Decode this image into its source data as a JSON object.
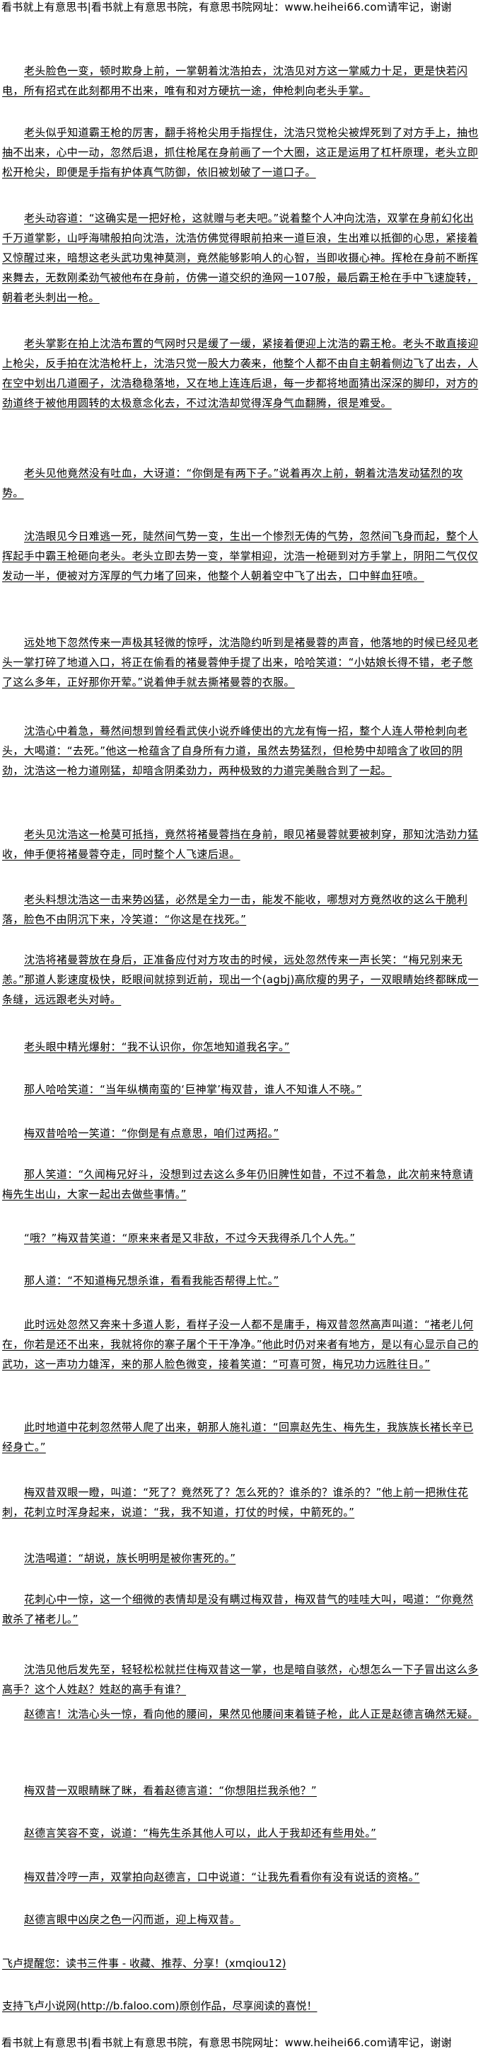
{
  "banner": "看书就上有意思书|看书就上有意思书院，有意思书院网址：www.heihei66.com请牢记，谢谢",
  "paragraphs": [
    "老头脸色一变，顿时欺身上前，一掌朝着沈浩拍去，沈浩见对方这一掌威力十足，更是快若闪电，所有招式在此刻都用不出来，唯有和对方硬抗一途，伸枪刺向老头手掌。",
    "老头似乎知道霸王枪的厉害，翻手将枪尖用手指捏住，沈浩只觉枪尖被焊死到了对方手上，抽也抽不出来，心中一动，忽然后退，抓住枪尾在身前画了一个大圈，这正是运用了杠杆原理，老头立即松开枪尖，即便是手指有护体真气防御，依旧被划破了一道口子。",
    "老头动容道：“这确实是一把好枪，这就赠与老夫吧。”说着整个人冲向沈浩，双掌在身前幻化出千万道掌影，山呼海啸般拍向沈浩，沈浩仿佛觉得眼前拍来一道巨浪，生出难以抵御的心思，紧接着又惊醒过来，暗想这老头武功鬼神莫测，竟然能够影响人的心智，当即收摄心神。挥枪在身前不断挥来舞去，无数刚柔劲气被他布在身前，仿佛一道交织的渔网一107般，最后霸王枪在手中飞速旋转，朝着老头刺出一枪。",
    "老头掌影在拍上沈浩布置的气网时只是缓了一缓，紧接着便迎上沈浩的霸王枪。老头不敢直接迎上枪尖，反手拍在沈浩枪杆上，沈浩只觉一股大力袭来，他整个人都不由自主朝着侧边飞了出去，人在空中划出几道圈子，沈浩稳稳落地，又在地上连连后退，每一步都将地面猜出深深的脚印，对方的劲道终于被他用圆转的太极意念化去，不过沈浩却觉得浑身气血翻腾，很是难受。",
    "老头见他竟然没有吐血，大讶道：“你倒是有两下子。”说着再次上前，朝着沈浩发动猛烈的攻势。",
    "沈浩眼见今日难逃一死，陡然间气势一变，生出一个惨烈无俦的气势，忽然间飞身而起，整个人挥起手中霸王枪砸向老头。老头立即去势一变，举掌相迎，沈浩一枪砸到对方手掌上，阴阳二气仅仅发动一半，便被对方浑厚的气力堵了回来，他整个人朝着空中飞了出去，口中鲜血狂喷。",
    "远处地下忽然传来一声极其轻微的惊呼，沈浩隐约听到是褚曼蓉的声音，他落地的时候已经见老头一掌打碎了地道入口，将正在偷看的褚曼蓉伸手提了出来，哈哈笑道：“小姑娘长得不错，老子憋了这么多年，正好那你开荤。”说着伸手就去撕褚曼蓉的衣服。",
    "沈浩心中着急，蓦然间想到曾经看武侠小说乔峰使出的亢龙有悔一招，整个人连人带枪刺向老头，大喝道：“去死。”他这一枪蕴含了自身所有力道，虽然去势猛烈，但枪势中却暗含了收回的阴劲，沈浩这一枪力道刚猛，却暗含阴柔劲力，两种极致的力道完美融合到了一起。",
    "老头见沈浩这一枪莫可抵挡，竟然将褚曼蓉挡在身前，眼见褚曼蓉就要被刺穿，那知沈浩劲力猛收，伸手便将褚曼蓉夺走，同时整个人飞速后退。",
    "老头料想沈浩这一击来势凶猛，必然是全力一击，能发不能收，哪想对方竟然收的这么干脆利落，脸色不由阴沉下来，冷笑道：“你这是在找死。”",
    "沈浩将褚曼蓉放在身后，正准备应付对方攻击的时候，远处忽然传来一声长笑：“梅兄别来无恙。”那道人影速度极快，眨眼间就掠到近前，现出一个(agbj)高欣瘦的男子，一双眼睛始终都眯成一条缝，远远跟老头对峙。",
    "老头眼中精光爆射：“我不认识你，你怎地知道我名字。”",
    "那人哈哈笑道：“当年纵横南蛮的‘巨神掌’梅双昔，谁人不知谁人不晓。”",
    "梅双昔哈哈一笑道：“你倒是有点意思，咱们过两招。”",
    "那人笑道：“久闻梅兄好斗，没想到过去这么多年仍旧脾性如昔，不过不着急，此次前来特意请梅先生出山，大家一起出去做些事情。”",
    "“哦？”梅双昔笑道：“原来来者是又非敌，不过今天我得杀几个人先。”",
    "那人道：“不知道梅兄想杀谁，看看我能否帮得上忙。”",
    "此时远处忽然又奔来十多道人影，看样子没一人都不是庸手，梅双昔忽然高声叫道：“褚老儿何在，你若是还不出来，我就将你的寨子屠个干干净净。”他此时仍对来者有地方，是以有心显示自己的武功，这一声功力雄浑，来的那人脸色微变，接着笑道：“可喜可贺，梅兄功力远胜往日。”",
    "此时地道中花刺忽然带人爬了出来，朝那人施礼道：“回禀赵先生、梅先生，我族族长褚长辛已经身亡。”",
    "梅双昔双眼一瞪，叫道：“死了？竟然死了？怎么死的？谁杀的？谁杀的？”他上前一把揪住花刺，花刺立时浑身起来，说道：“我，我不知道，打仗的时候，中箭死的。”",
    "沈浩喝道：“胡说，族长明明是被你害死的。”",
    "花刺心中一惊，这一个细微的表情却是没有瞒过梅双昔，梅双昔气的哇哇大叫，喝道：“你竟然敢杀了褚老儿。”",
    "沈浩见他后发先至，轻轻松松就拦住梅双昔这一掌，也是暗自骇然，心想怎么一下子冒出这么多高手？这个人姓赵？姓赵的高手有谁？",
    "赵德言！沈浩心头一惊，看向他的腰间，果然见他腰间束着链子枪，此人正是赵德言确然无疑。",
    "梅双昔一双眼睛眯了眯，看着赵德言道：“你想阻拦我杀他？”",
    "赵德言笑容不变，说道：“梅先生杀其他人可以，此人于我却还有些用处。”",
    "梅双昔冷哼一声，双掌拍向赵德言，口中说道：“让我先看看你有没有说话的资格。”",
    "赵德言眼中凶戾之色一闪而逝，迎上梅双昔。"
  ],
  "footer": {
    "reminder": "飞卢提醒您：读书三件事 - 收藏、推荐、分享！(xmqiou12)",
    "support": "支持飞卢小说网(http://b.faloo.com)原创作品，尽享阅读的喜悦！"
  }
}
